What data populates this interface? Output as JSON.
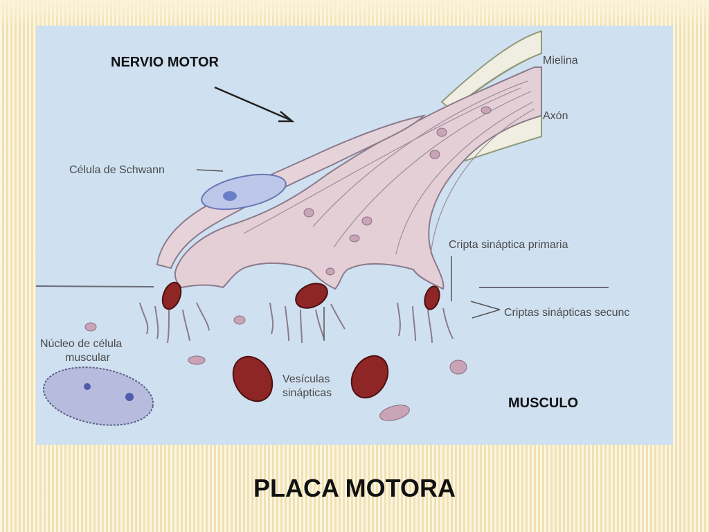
{
  "slide": {
    "title": "PLACA MOTORA"
  },
  "diagram": {
    "nerve_label": "NERVIO MOTOR",
    "muscle_label": "MUSCULO",
    "labels": {
      "mielina": "Mielina",
      "axon": "Axón",
      "schwann": "Célula de Schwann",
      "cripta_primaria": "Cripta sináptica primaria",
      "criptas_secundarias": "Criptas sinápticas secunc",
      "nucleo_line1": "Núcleo de célula",
      "nucleo_line2": "muscular",
      "vesiculas_line1": "Vesículas",
      "vesiculas_line2": "sinápticas"
    }
  }
}
